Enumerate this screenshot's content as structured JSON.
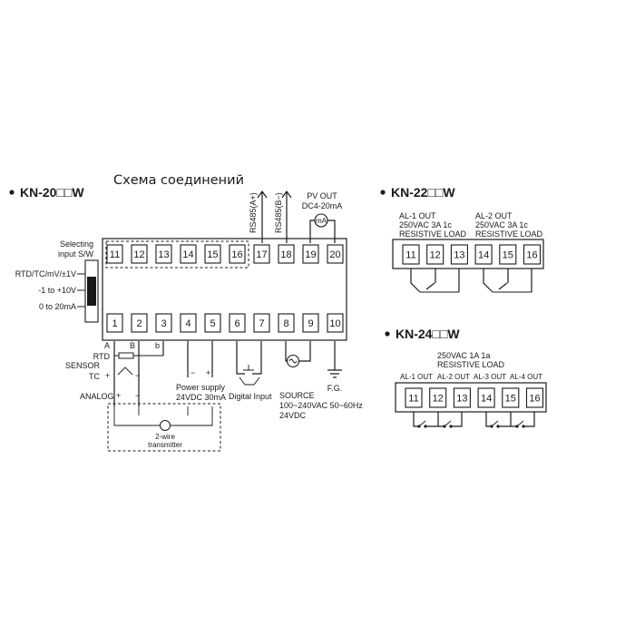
{
  "title": "Схема соединений",
  "models": {
    "kn20": "KN-20□□W",
    "kn22": "KN-22□□W",
    "kn24": "KN-24□□W"
  },
  "kn20": {
    "top_terminals": [
      "11",
      "12",
      "13",
      "14",
      "15",
      "16",
      "17",
      "18",
      "19",
      "20"
    ],
    "bottom_terminals": [
      "1",
      "2",
      "3",
      "4",
      "5",
      "6",
      "7",
      "8",
      "9",
      "10"
    ],
    "selecting_line1": "Selecting",
    "selecting_line2": "input S/W",
    "sw_opt1": "RTD/TC/mV/±1V",
    "sw_opt2": "-1 to +10V",
    "sw_opt3": "0 to 20mA",
    "rs485_plus": "RS485(A+)",
    "rs485_minus": "RS485(B−)",
    "pv_out_line1": "PV OUT",
    "pv_out_line2": "DC4-20mA",
    "ma_meter": "mA",
    "sensor": "SENSOR",
    "rtd": "RTD",
    "tc": "TC",
    "analog": "ANALOG",
    "a": "A",
    "b_upper": "B",
    "b_lower": "b",
    "plus": "+",
    "minus": "−",
    "power_supply_line1": "Power supply",
    "power_supply_line2": "24VDC 30mA",
    "digital_input": "Digital Input",
    "source_line1": "SOURCE",
    "source_line2": "100~240VAC 50~60Hz",
    "source_line3": "24VDC",
    "fg": "F.G.",
    "transmitter_line1": "2-wire",
    "transmitter_line2": "transmitter"
  },
  "kn22": {
    "terminals": [
      "11",
      "12",
      "13",
      "14",
      "15",
      "16"
    ],
    "al1_line1": "AL-1 OUT",
    "al1_line2": "250VAC 3A 1c",
    "al1_line3": "RESISTIVE LOAD",
    "al2_line1": "AL-2 OUT",
    "al2_line2": "250VAC 3A 1c",
    "al2_line3": "RESISTIVE LOAD"
  },
  "kn24": {
    "terminals": [
      "11",
      "12",
      "13",
      "14",
      "15",
      "16"
    ],
    "rating_line1": "250VAC 1A 1a",
    "rating_line2": "RESISTIVE LOAD",
    "outputs": [
      "AL-1 OUT",
      "AL-2 OUT",
      "AL-3 OUT",
      "AL-4 OUT"
    ]
  }
}
